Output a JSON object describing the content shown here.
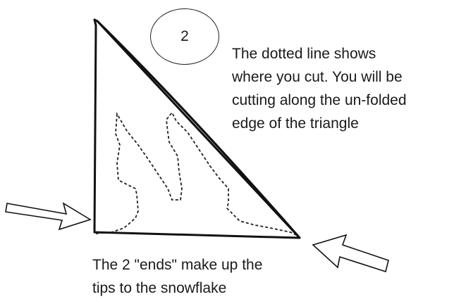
{
  "step": {
    "number": "2"
  },
  "instruction": {
    "lines": [
      "The dotted line shows",
      "where you cut. You will be",
      "cutting along the un-folded",
      "edge of the triangle"
    ]
  },
  "tip_note": {
    "lines": [
      "The 2 \"ends\" make up the",
      "tips to the snowflake"
    ]
  },
  "arrows": {
    "count": 2,
    "style": "outline"
  },
  "cut_line": {
    "style": "dotted"
  }
}
